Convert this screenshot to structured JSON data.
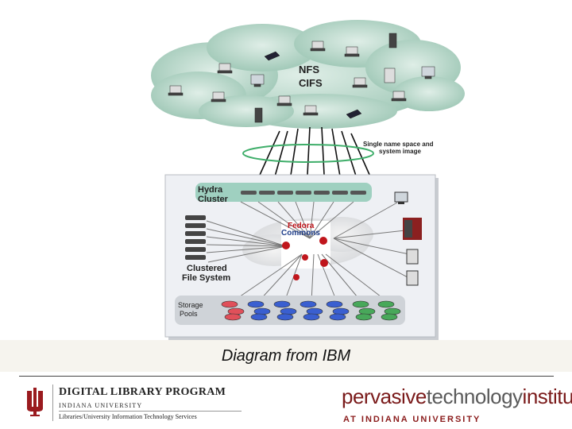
{
  "diagram": {
    "cloud_label_1": "NFS",
    "cloud_label_2": "CIFS",
    "namespace_label_1": "Single name space and",
    "namespace_label_2": "system image",
    "cluster_label_1": "Hydra",
    "cluster_label_2": "Cluster",
    "fedora_label_1": "Fedora",
    "fedora_label_2": "Commons",
    "fs_label_1": "Clustered",
    "fs_label_2": "File System",
    "storage_label_1": "Storage",
    "storage_label_2": "Pools",
    "colors": {
      "cloud": "#a9cdbf",
      "panel": "#eef0f4",
      "red_node": "#c0161c",
      "storage_red": "#e0505a",
      "storage_blue": "#3a5fd0",
      "storage_green": "#48a85a"
    }
  },
  "caption": "Diagram from IBM",
  "footer": {
    "left_title": "DIGITAL LIBRARY PROGRAM",
    "left_sub1": "INDIANA UNIVERSITY",
    "left_sub2": "Libraries/University Information Technology Services",
    "right_part1": "pervasive",
    "right_part2": "technology",
    "right_part3": "institute",
    "right_sub": "AT INDIANA UNIVERSITY"
  }
}
